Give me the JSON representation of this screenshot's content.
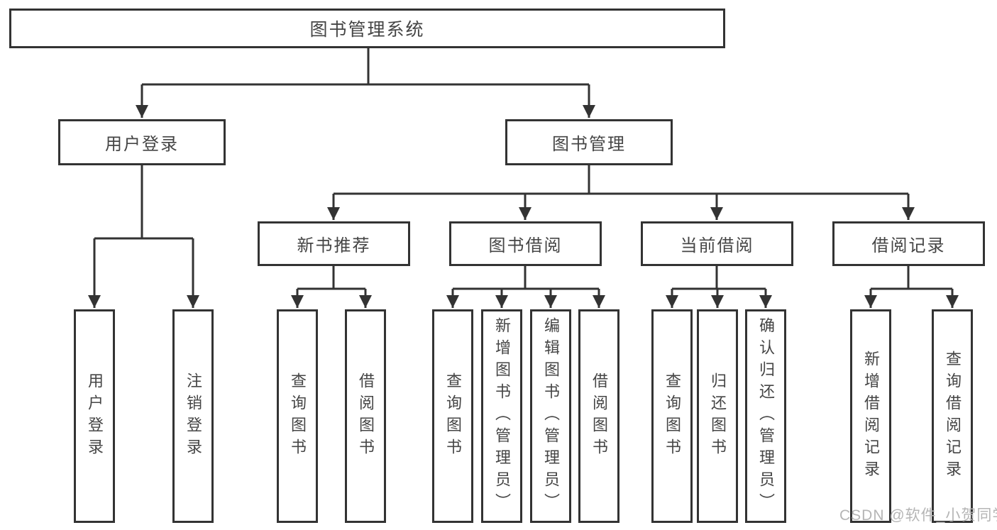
{
  "diagram": {
    "root": {
      "label": "图书管理系统"
    },
    "level2": [
      {
        "label": "用户登录",
        "children": [
          {
            "label": "用户登录"
          },
          {
            "label": "注销登录"
          }
        ]
      },
      {
        "label": "图书管理",
        "children": [
          {
            "label": "新书推荐",
            "children": [
              {
                "label": "查询图书"
              },
              {
                "label": "借阅图书"
              }
            ]
          },
          {
            "label": "图书借阅",
            "children": [
              {
                "label": "查询图书"
              },
              {
                "label": "新增图书（管理员）"
              },
              {
                "label": "编辑图书（管理员）"
              },
              {
                "label": "借阅图书"
              }
            ]
          },
          {
            "label": "当前借阅",
            "children": [
              {
                "label": "查询图书"
              },
              {
                "label": "归还图书"
              },
              {
                "label": "确认归还（管理员）"
              }
            ]
          },
          {
            "label": "借阅记录",
            "children": [
              {
                "label": "新增借阅记录"
              },
              {
                "label": "查询借阅记录"
              }
            ]
          }
        ]
      }
    ]
  },
  "watermark": {
    "text": "CSDN @软件_小贺同学"
  },
  "colors": {
    "line": "#333333",
    "text": "#454545",
    "background": "#ffffff",
    "watermark": "#b5b5b5"
  }
}
